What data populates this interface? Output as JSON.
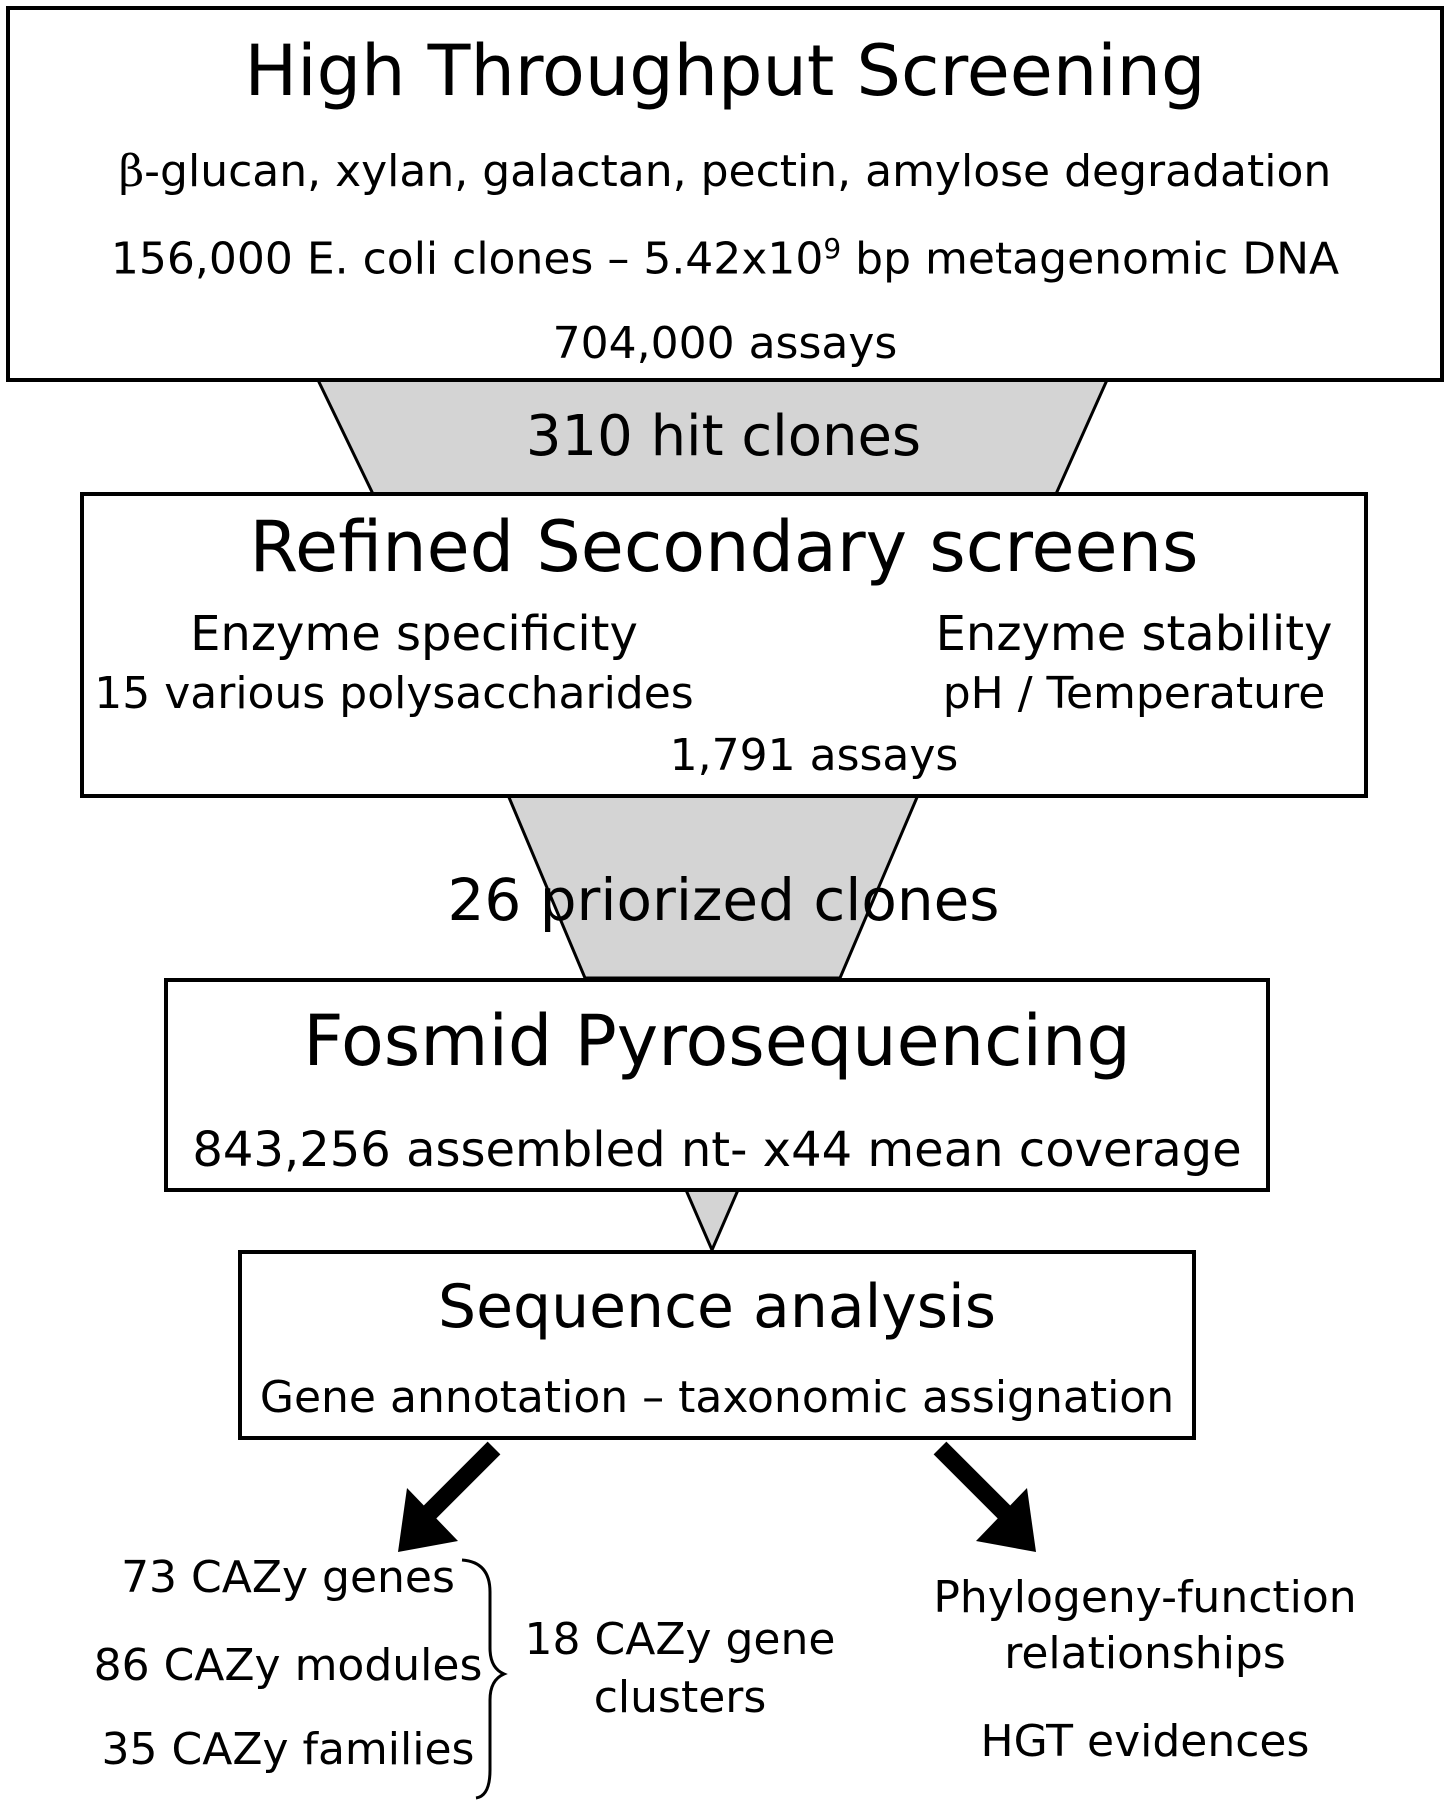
{
  "colors": {
    "funnel": "#d4d4d4",
    "stroke": "#000000",
    "background": "#ffffff"
  },
  "hts": {
    "title": "High Throughput Screening",
    "line1_symbol": "β",
    "line1": "-glucan, xylan, galactan, pectin, amylose degradation",
    "line2_pre": "156,000 E. coli clones – 5.42x10",
    "line2_sup": "9",
    "line2_post": " bp metagenomic DNA",
    "line3": "704,000 assays"
  },
  "funnel1_label": "310 hit clones",
  "secondary": {
    "title": "Refined Secondary screens",
    "specificity_title": "Enzyme specificity",
    "specificity_detail": "15 various polysaccharides",
    "stability_title": "Enzyme stability",
    "stability_detail": "pH / Temperature",
    "assays": "1,791 assays"
  },
  "funnel2_label": "26 priorized clones",
  "fosmid": {
    "title": "Fosmid Pyrosequencing",
    "detail": "843,256 assembled nt- x44 mean coverage"
  },
  "sequence": {
    "title": "Sequence analysis",
    "detail": "Gene annotation – taxonomic assignation"
  },
  "results_left": {
    "genes": "73 CAZy genes",
    "modules": "86 CAZy modules",
    "families": "35 CAZy families",
    "clusters_line1": "18 CAZy gene",
    "clusters_line2": "clusters"
  },
  "results_right": {
    "phylogeny_line1": "Phylogeny-function",
    "phylogeny_line2": "relationships",
    "hgt": "HGT evidences"
  }
}
